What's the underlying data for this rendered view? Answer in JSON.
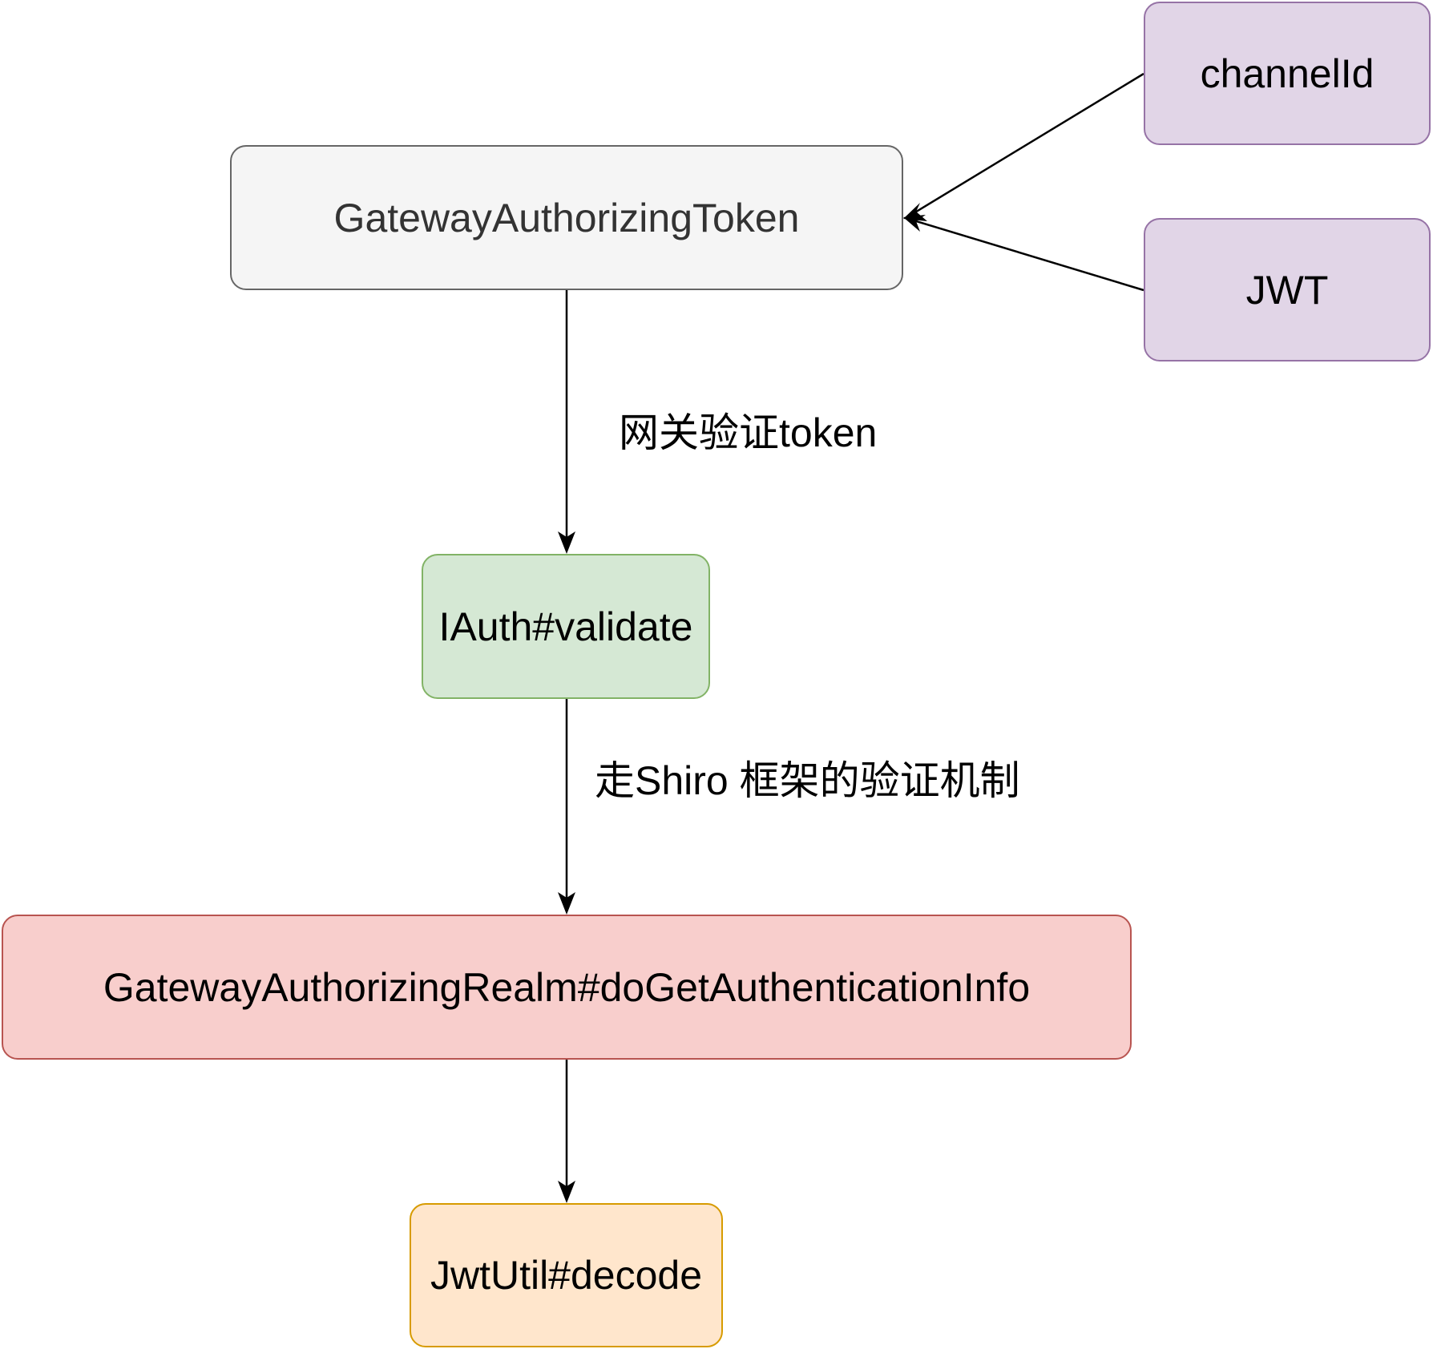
{
  "nodes": {
    "gateway_token": {
      "label": "GatewayAuthorizingToken",
      "fill": "#f5f5f5",
      "stroke": "#666666",
      "text_color": "#333333"
    },
    "channel_id": {
      "label": "channelId",
      "fill": "#e1d5e7",
      "stroke": "#9673a6",
      "text_color": "#000000"
    },
    "jwt": {
      "label": "JWT",
      "fill": "#e1d5e7",
      "stroke": "#9673a6",
      "text_color": "#000000"
    },
    "iauth_validate": {
      "label": "IAuth#validate",
      "fill": "#d5e8d4",
      "stroke": "#82b366",
      "text_color": "#000000"
    },
    "realm": {
      "label": "GatewayAuthorizingRealm#doGetAuthenticationInfo",
      "fill": "#f8cecc",
      "stroke": "#b85450",
      "text_color": "#000000"
    },
    "jwt_util": {
      "label": "JwtUtil#decode",
      "fill": "#ffe6cc",
      "stroke": "#d79b00",
      "text_color": "#000000"
    }
  },
  "edges": {
    "gateway_to_validate": {
      "label": "网关验证token"
    },
    "validate_to_realm": {
      "label": "走Shiro 框架的验证机制"
    }
  },
  "line_color": "#000000"
}
